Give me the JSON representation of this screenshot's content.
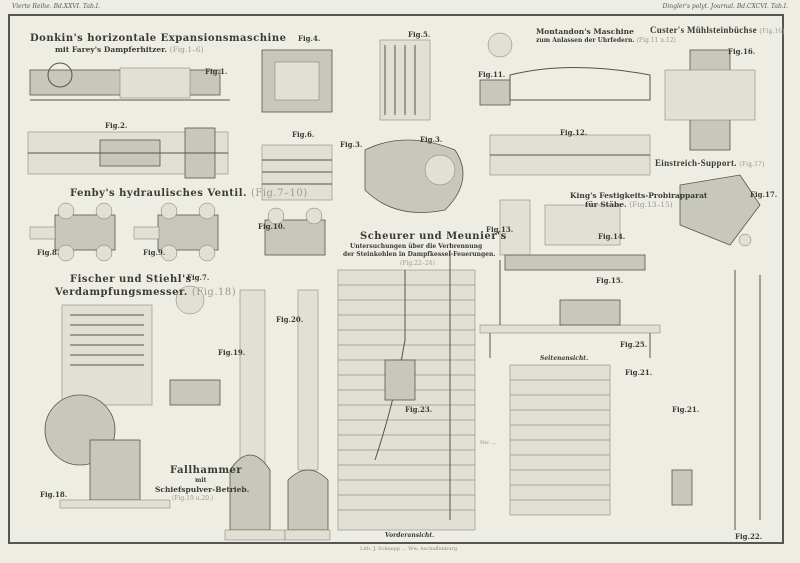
{
  "header": {
    "left": "Vierte Reihe. Bd.XXVI. Tab.I.",
    "right": "Dingler's polyt. Journal. Bd.CXCVI. Tab.I."
  },
  "sections": {
    "donkin": {
      "title": "Donkin's horizontale Expansionsmaschine",
      "sub": "mit Farey's Dampferhitzer.",
      "ref": "(Fig.1–6)"
    },
    "fenby": {
      "title": "Fenby's hydraulisches Ventil.",
      "ref": "(Fig.7–10)"
    },
    "fischer": {
      "title": "Fischer und Stiehl's",
      "sub": "Verdampfungsmesser.",
      "ref": "(Fig.18)"
    },
    "montandon": {
      "title": "Montandon's Maschine",
      "sub": "zum Anlassen der Uhrfedern.",
      "ref": "(Fig.11 u.12)"
    },
    "custer": {
      "title": "Custer's Mühlsteinbüchse",
      "ref": "(Fig.16)"
    },
    "einstreich": {
      "title": "Einstreich-Support.",
      "ref": "(Fig.17)"
    },
    "king": {
      "title": "King's Festigkeits-Probirapparat",
      "sub": "für Stäbe.",
      "ref": "(Fig.13–15)"
    },
    "scheurer": {
      "title": "Scheurer und Meunier's",
      "line1": "Untersuchungen über die Verbrennung",
      "line2": "der Steinkohlen in Dampfkessel-Feuerungen.",
      "ref": "(Fig.22–24)"
    },
    "fallhammer": {
      "title": "Fallhammer",
      "mid": "mit",
      "sub": "Schiefspulver-Betrieb.",
      "ref": "(Fig.19 u.20.)"
    }
  },
  "labels": {
    "seitenansicht": "Seitenansicht.",
    "vorderansicht": "Vorderansicht.",
    "imprint": "Lith. J. Schnepp ... Ww. Aschaffenburg",
    "niv1": "Niv. ..."
  },
  "figs": [
    "Fig.1.",
    "Fig.2.",
    "Fig.3.",
    "Fig.3.",
    "Fig.4.",
    "Fig.5.",
    "Fig.6.",
    "Fig.7.",
    "Fig.8.",
    "Fig.9.",
    "Fig.10.",
    "Fig.11.",
    "Fig.12.",
    "Fig.13.",
    "Fig.14.",
    "Fig.15.",
    "Fig.16.",
    "Fig.17.",
    "Fig.18.",
    "Fig.19.",
    "Fig.20.",
    "Fig.21.",
    "Fig.21.",
    "Fig.22.",
    "Fig.23.",
    "Fig.25."
  ]
}
